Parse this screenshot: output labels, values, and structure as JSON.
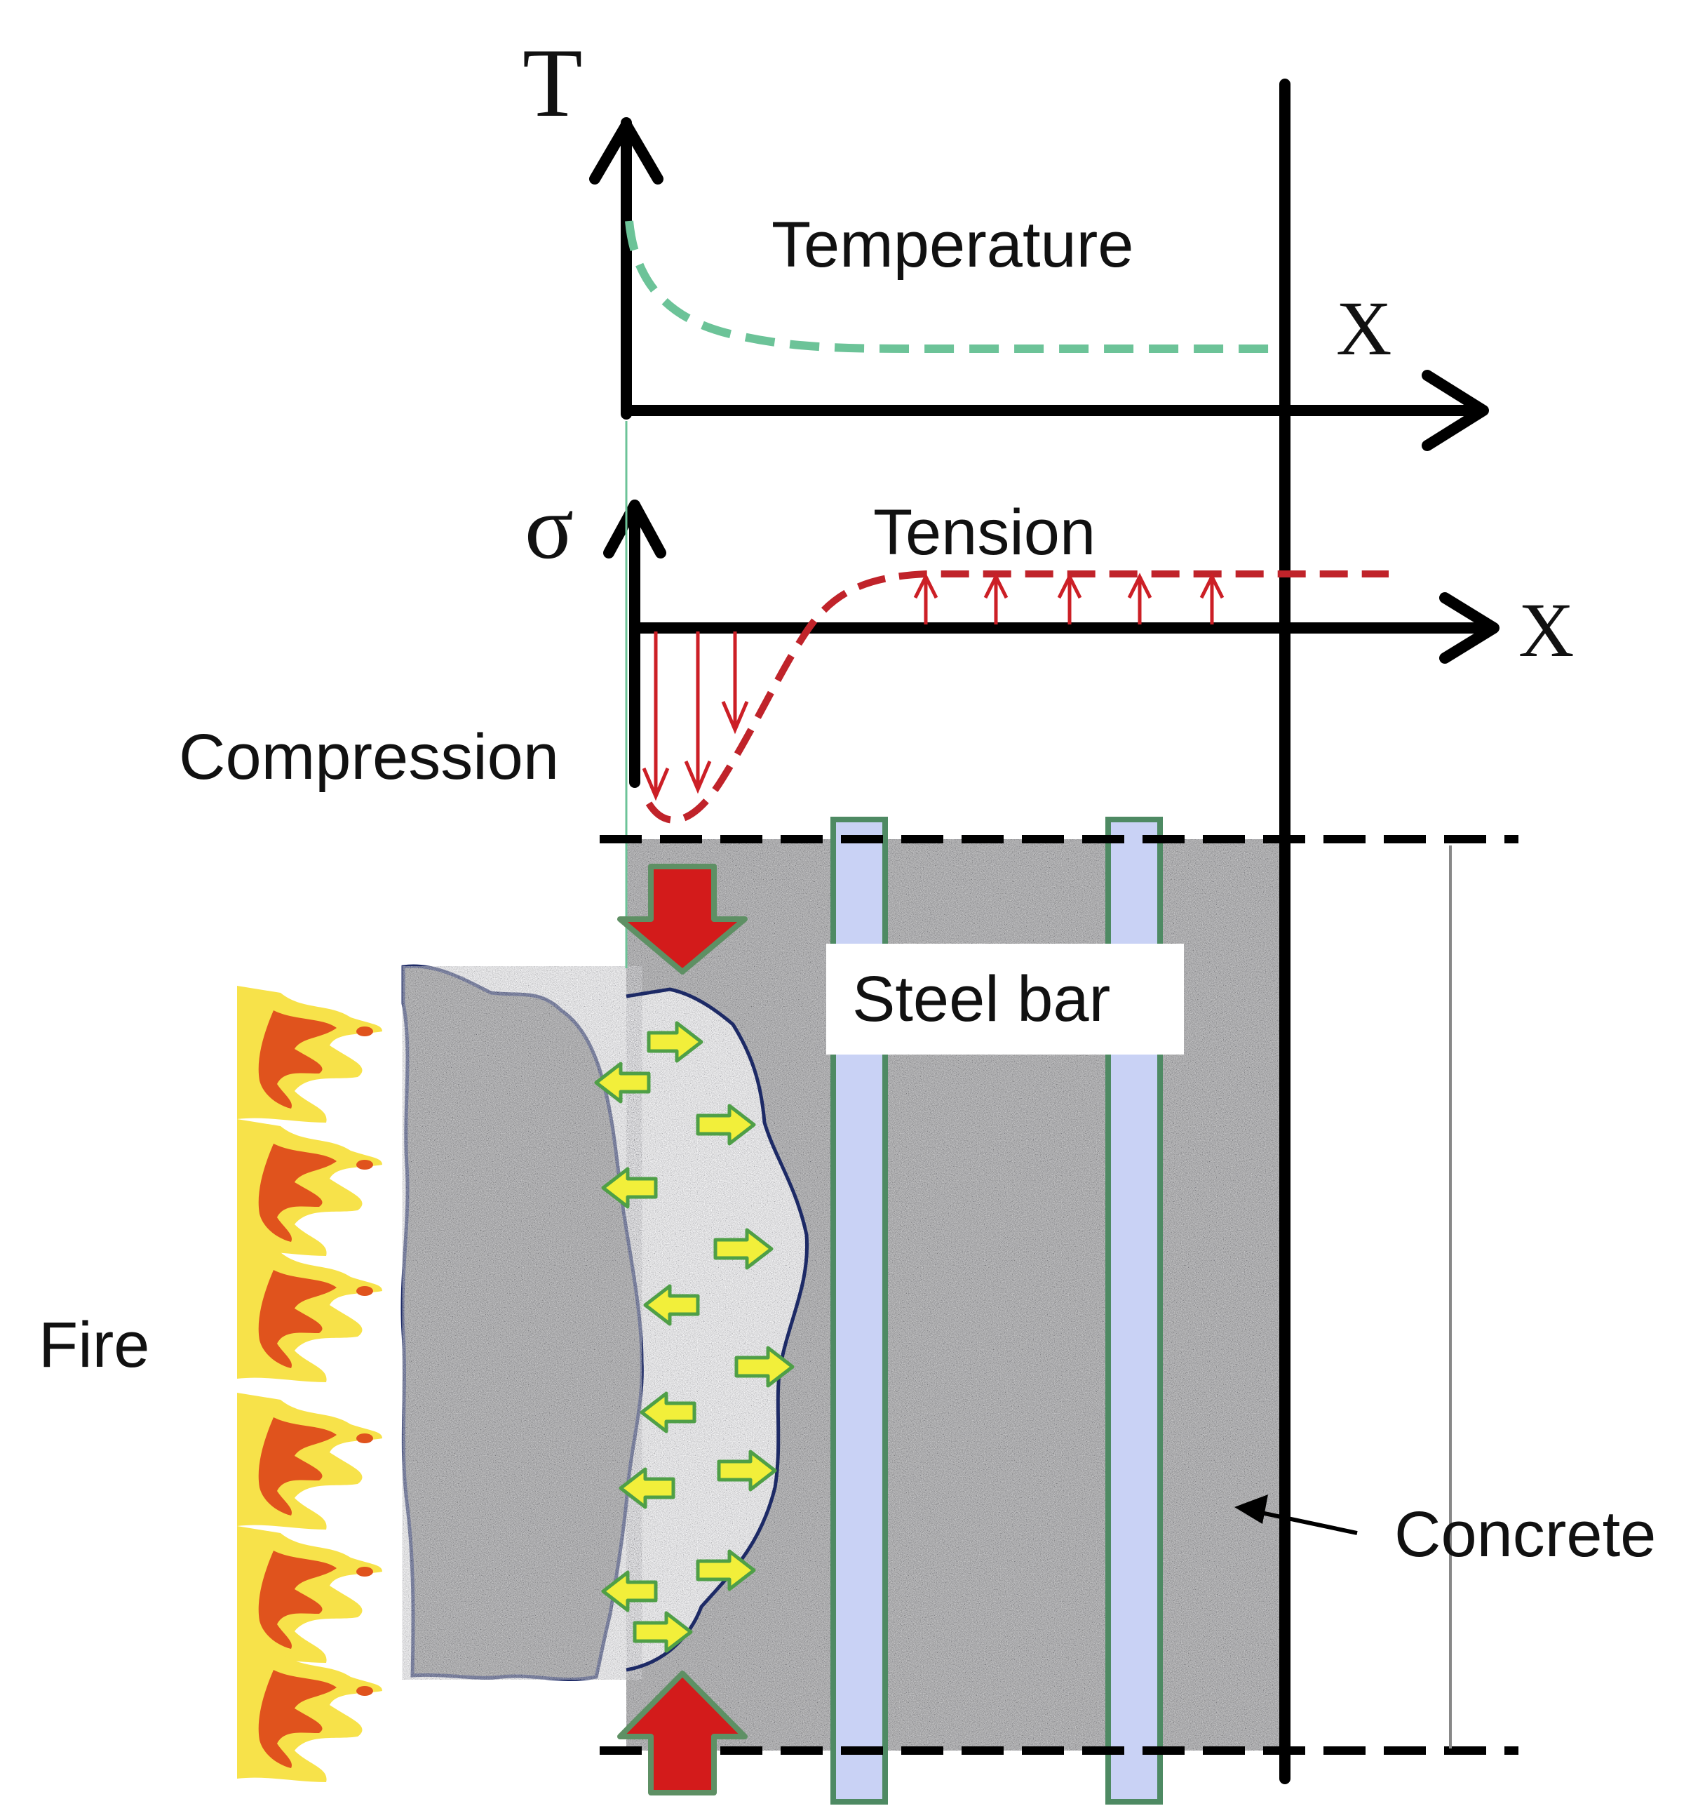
{
  "labels": {
    "temp_axis": "T",
    "temp_curve": "Temperature",
    "temp_x_axis": "X",
    "stress_axis": "σ",
    "tension": "Tension",
    "stress_x_axis": "X",
    "compression": "Compression",
    "steel_bar": "Steel bar",
    "fire": "Fire",
    "concrete": "Concrete"
  },
  "colors": {
    "axis": "#000000",
    "temperature_curve": "#6cc398",
    "stress_curve": "#c0232a",
    "stress_arrows": "#cc1f26",
    "spalled_outline": "#1d2a66",
    "small_arrow_fill": "#f2ef3a",
    "small_arrow_stroke": "#4f9f47",
    "big_arrow_fill": "#d31b1b",
    "big_arrow_stroke": "#5e9064",
    "steel_bar_fill": "#c9d2f5",
    "steel_bar_stroke": "#4e8a63",
    "concrete": "#8a8a8a",
    "flame_outer": "#f7e24a",
    "flame_inner": "#e0531d"
  }
}
